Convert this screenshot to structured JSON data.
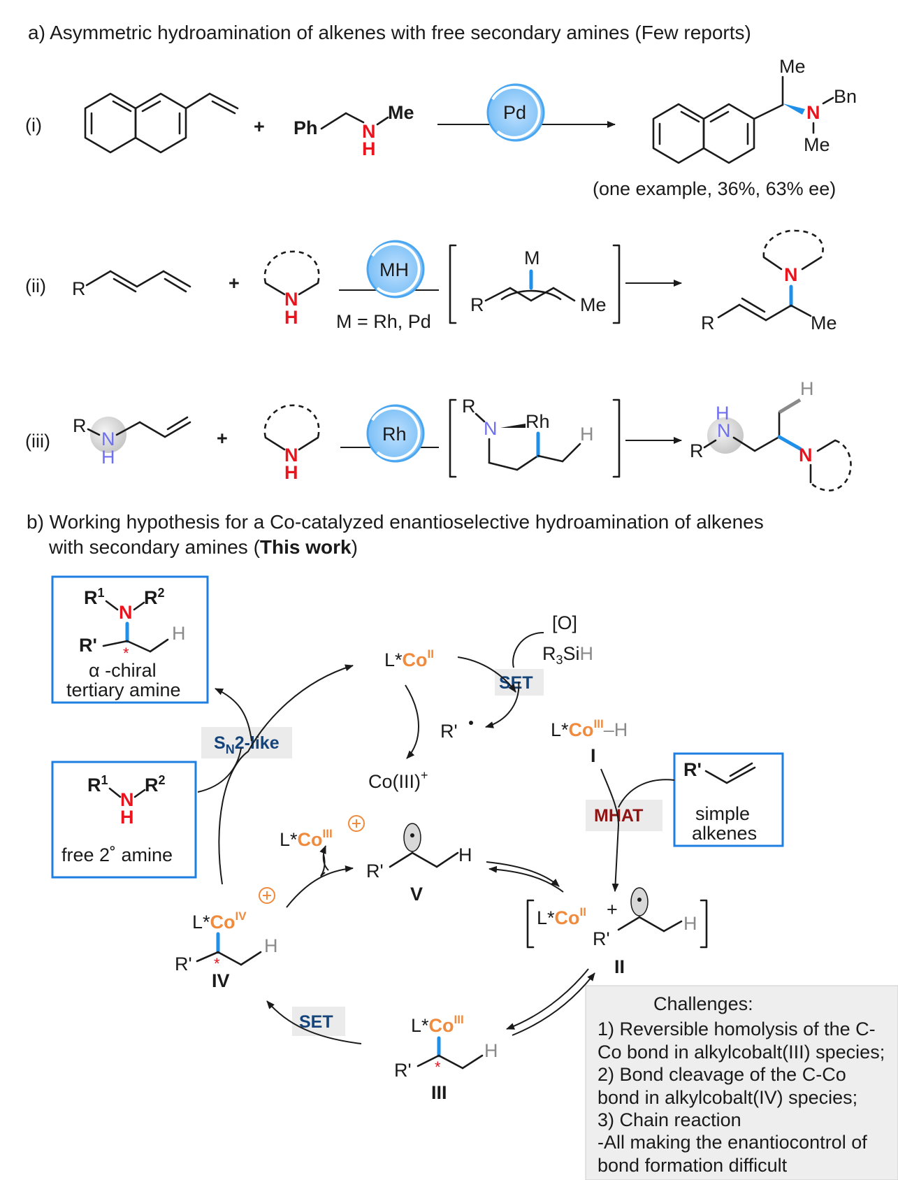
{
  "part_a": {
    "heading": "a) Asymmetric hydroamination of alkenes with free secondary amines (Few reports)",
    "row_i": {
      "label": "(i)",
      "plus": "+",
      "amine_ph": "Ph",
      "amine_n": "N",
      "amine_h": "H",
      "amine_me": "Me",
      "catalyst": "Pd",
      "product_me_top": "Me",
      "product_n": "N",
      "product_bn": "Bn",
      "product_me_bottom": "Me",
      "note": "(one example, 36%, 63% ee)"
    },
    "row_ii": {
      "label": "(ii)",
      "substrate_r": "R",
      "plus": "+",
      "amine_n": "N",
      "amine_h": "H",
      "catalyst": "MH",
      "catalyst_note": "M = Rh, Pd",
      "intermediate_m": "M",
      "intermediate_r": "R",
      "intermediate_me": "Me",
      "product_n": "N",
      "product_r": "R",
      "product_me": "Me"
    },
    "row_iii": {
      "label": "(iii)",
      "substrate_r": "R",
      "substrate_n": "N",
      "substrate_h": "H",
      "plus": "+",
      "amine_n": "N",
      "amine_h": "H",
      "catalyst": "Rh",
      "intermediate_r": "R",
      "intermediate_n": "N",
      "intermediate_rh": "Rh",
      "intermediate_h": "H",
      "product_h_top": "H",
      "product_n_top": "N",
      "product_r": "R",
      "product_h": "H",
      "product_n": "N"
    }
  },
  "part_b": {
    "heading_line1": "b) Working hypothesis for a Co-catalyzed enantioselective hydroamination of alkenes",
    "heading_line2_pre": "with secondary amines (",
    "heading_line2_bold": "This work",
    "heading_line2_post": ")",
    "product_box": {
      "r1": "R",
      "r1_sup": "1",
      "n": "N",
      "r2": "R",
      "r2_sup": "2",
      "r_prime": "R'",
      "h": "H",
      "star": "*",
      "caption1": "α -chiral",
      "caption2": "tertiary amine"
    },
    "amine_box": {
      "r1": "R",
      "r1_sup": "1",
      "n": "N",
      "h": "H",
      "r2": "R",
      "r2_sup": "2",
      "caption": "free 2˚ amine"
    },
    "alkene_box": {
      "r_prime": "R'",
      "caption1": "simple",
      "caption2": "alkenes"
    },
    "reagents": {
      "oxidant": "[O]",
      "silane_r": "R",
      "silane_sub": "3",
      "silane_si": "Si",
      "silane_h": "H"
    },
    "tags": {
      "set_top": "SET",
      "sn2": "S",
      "sn2_sub": "N",
      "sn2_rest": "2-like",
      "mhat": "MHAT",
      "set_bottom": "SET"
    },
    "species": {
      "co2_l": "L*",
      "co2_co": "Co",
      "co2_ox": "II",
      "radical": "R'",
      "co3plus": "Co(III)",
      "co3plus_sup": "+",
      "i_l": "L*",
      "i_co": "Co",
      "i_ox": "III",
      "i_h": "–H",
      "i_label": "I",
      "ii_l": "L*",
      "ii_co": "Co",
      "ii_ox": "II",
      "ii_plus": "+",
      "ii_r": "R'",
      "ii_h": "H",
      "ii_label": "II",
      "iii_l": "L*",
      "iii_co": "Co",
      "iii_ox": "III",
      "iii_r": "R'",
      "iii_h": "H",
      "iii_star": "*",
      "iii_label": "III",
      "iv_l": "L*",
      "iv_co": "Co",
      "iv_ox": "IV",
      "iv_r": "R'",
      "iv_h": "H",
      "iv_star": "*",
      "iv_label": "IV",
      "v_l": "L*",
      "v_co": "Co",
      "v_ox": "III",
      "v_r": "R'",
      "v_h": "H",
      "v_label": "V"
    },
    "challenges": {
      "title": "Challenges:",
      "lines": [
        "1) Reversible homolysis of the C-",
        "Co bond in alkylcobalt(III) species;",
        "2) Bond cleavage of the C-Co",
        "bond in alkylcobalt(IV) species;",
        "3) Chain reaction",
        "-All making the enantiocontrol of",
        "bond formation difficult"
      ]
    }
  },
  "colors": {
    "cobalt": "#f08a3c",
    "nitrogen": "#e8151f",
    "bond_highlight": "#1f8fe8",
    "box_border": "#1f7fe0",
    "tag_blue": "#15447a",
    "tag_red": "#8e1313"
  }
}
